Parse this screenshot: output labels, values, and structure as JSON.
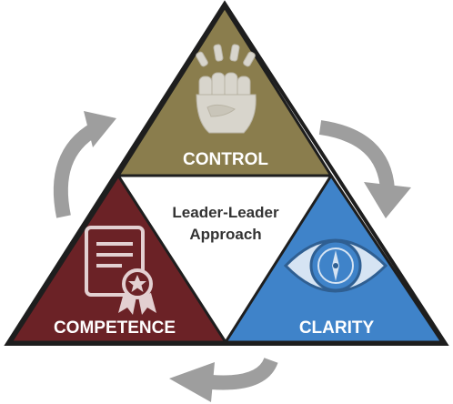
{
  "diagram": {
    "center_line1": "Leader-Leader",
    "center_line2": "Approach",
    "segments": [
      {
        "key": "control",
        "label": "CONTROL",
        "color": "#8a7d4d",
        "icon": "fist-icon"
      },
      {
        "key": "competence",
        "label": "COMPETENCE",
        "color": "#6b2226",
        "icon": "certificate-icon"
      },
      {
        "key": "clarity",
        "label": "CLARITY",
        "color": "#3f83c9",
        "icon": "eye-compass-icon"
      }
    ],
    "arrow_color": "#9e9e9e",
    "outline_color": "#1e1e1e"
  }
}
